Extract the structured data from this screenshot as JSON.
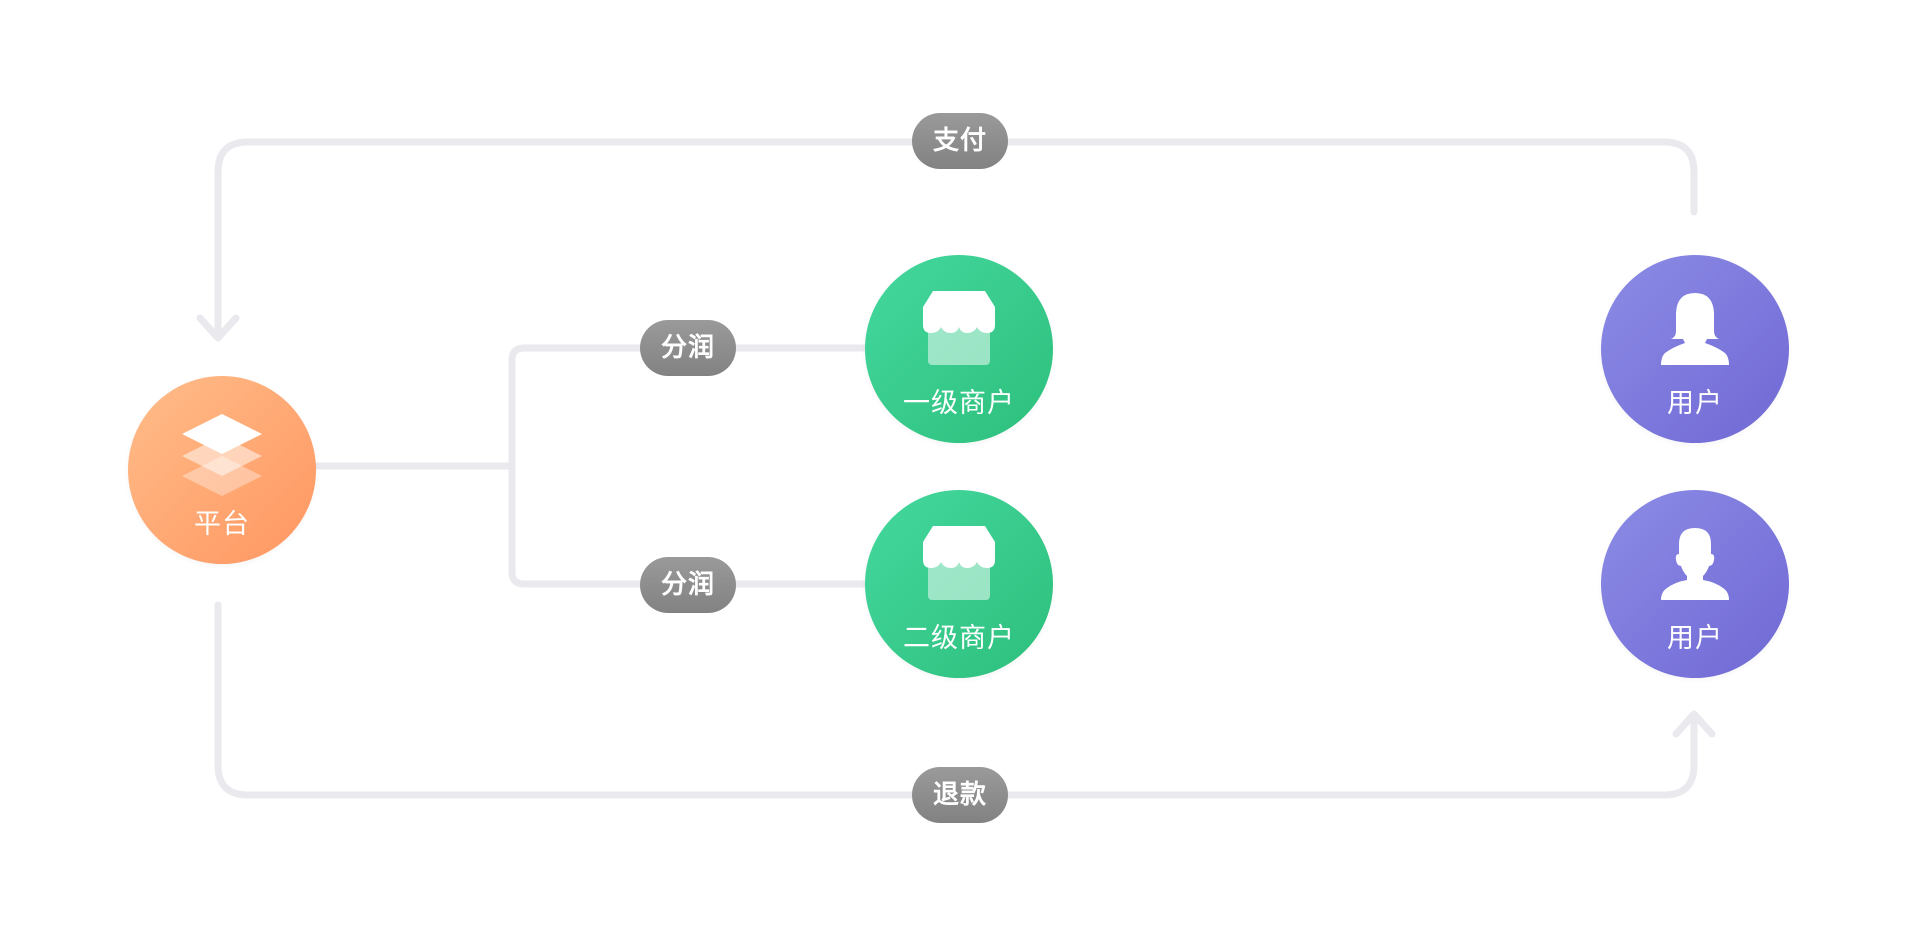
{
  "nodes": {
    "platform": {
      "label": "平台",
      "icon": "layers-icon",
      "color": "#ff9f6a"
    },
    "merchant_level1": {
      "label": "一级商户",
      "icon": "storefront-icon",
      "color": "#34c98a"
    },
    "merchant_level2": {
      "label": "二级商户",
      "icon": "storefront-icon",
      "color": "#34c98a"
    },
    "user_female": {
      "label": "用户",
      "icon": "user-female-icon",
      "color": "#7d78dc"
    },
    "user_male": {
      "label": "用户",
      "icon": "user-male-icon",
      "color": "#7d78dc"
    }
  },
  "edges": {
    "pay": {
      "label": "支付"
    },
    "split_top": {
      "label": "分润"
    },
    "split_bottom": {
      "label": "分润"
    },
    "refund": {
      "label": "退款"
    }
  },
  "colors": {
    "line": "#e9e9ee",
    "pill": "#8e8e8e"
  }
}
